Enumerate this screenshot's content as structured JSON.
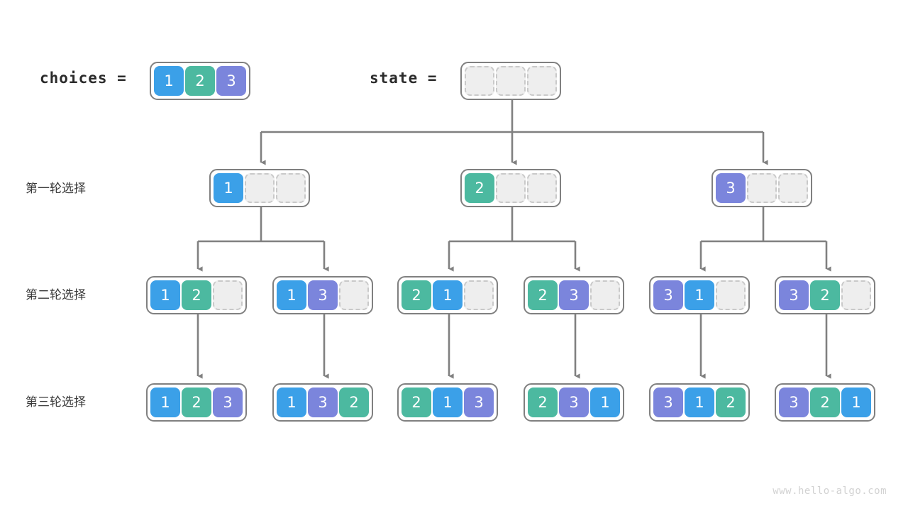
{
  "diagram": {
    "title_choices": "choices =",
    "title_state": "state =",
    "watermark": "www.hello-algo.com",
    "colors": {
      "one": "#3ba0e8",
      "two": "#4cb9a0",
      "three": "#7b85dc",
      "empty": "#eeeeee",
      "line": "#808080",
      "text": "#2b2b2b"
    },
    "row_labels": [
      {
        "id": "round-1",
        "text": "第一轮选择"
      },
      {
        "id": "round-2",
        "text": "第二轮选择"
      },
      {
        "id": "round-3",
        "text": "第三轮选择"
      }
    ],
    "choices_array": {
      "cells": [
        "1",
        "2",
        "3"
      ]
    },
    "state_array": {
      "cells": [
        "",
        "",
        ""
      ]
    },
    "level1": [
      {
        "cells": [
          "1",
          "",
          ""
        ]
      },
      {
        "cells": [
          "2",
          "",
          ""
        ]
      },
      {
        "cells": [
          "3",
          "",
          ""
        ]
      }
    ],
    "level2": [
      {
        "cells": [
          "1",
          "2",
          ""
        ]
      },
      {
        "cells": [
          "1",
          "3",
          ""
        ]
      },
      {
        "cells": [
          "2",
          "1",
          ""
        ]
      },
      {
        "cells": [
          "2",
          "3",
          ""
        ]
      },
      {
        "cells": [
          "3",
          "1",
          ""
        ]
      },
      {
        "cells": [
          "3",
          "2",
          ""
        ]
      }
    ],
    "level3": [
      {
        "cells": [
          "1",
          "2",
          "3"
        ]
      },
      {
        "cells": [
          "1",
          "3",
          "2"
        ]
      },
      {
        "cells": [
          "2",
          "1",
          "3"
        ]
      },
      {
        "cells": [
          "2",
          "3",
          "1"
        ]
      },
      {
        "cells": [
          "3",
          "1",
          "2"
        ]
      },
      {
        "cells": [
          "3",
          "2",
          "1"
        ]
      }
    ]
  }
}
